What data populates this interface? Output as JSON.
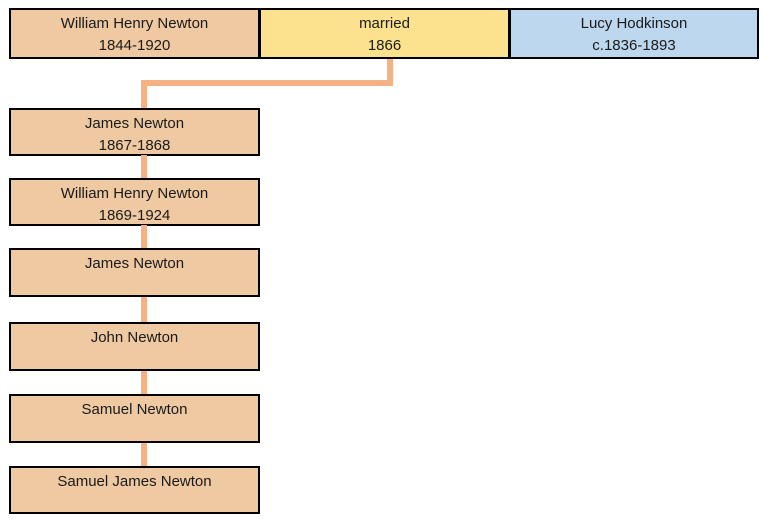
{
  "colors": {
    "tan_fill": "#EFC9A1",
    "yellow_fill": "#FCE28E",
    "blue_fill": "#BDD7EE",
    "connector": "#F4B183",
    "border": "#000000",
    "text": "#1a1a1a",
    "background": "#ffffff"
  },
  "top_row": [
    {
      "role": "father",
      "line1": "William Henry Newton",
      "line2": "1844-1920"
    },
    {
      "role": "marriage",
      "line1": "married",
      "line2": "1866"
    },
    {
      "role": "mother",
      "line1": "Lucy Hodkinson",
      "line2": "c.1836-1893"
    }
  ],
  "children": [
    {
      "line1": "James Newton",
      "line2": "1867-1868"
    },
    {
      "line1": "William Henry Newton",
      "line2": "1869-1924"
    },
    {
      "line1": "James Newton",
      "line2": ""
    },
    {
      "line1": "John Newton",
      "line2": ""
    },
    {
      "line1": "Samuel Newton",
      "line2": ""
    },
    {
      "line1": "Samuel James Newton",
      "line2": ""
    }
  ]
}
